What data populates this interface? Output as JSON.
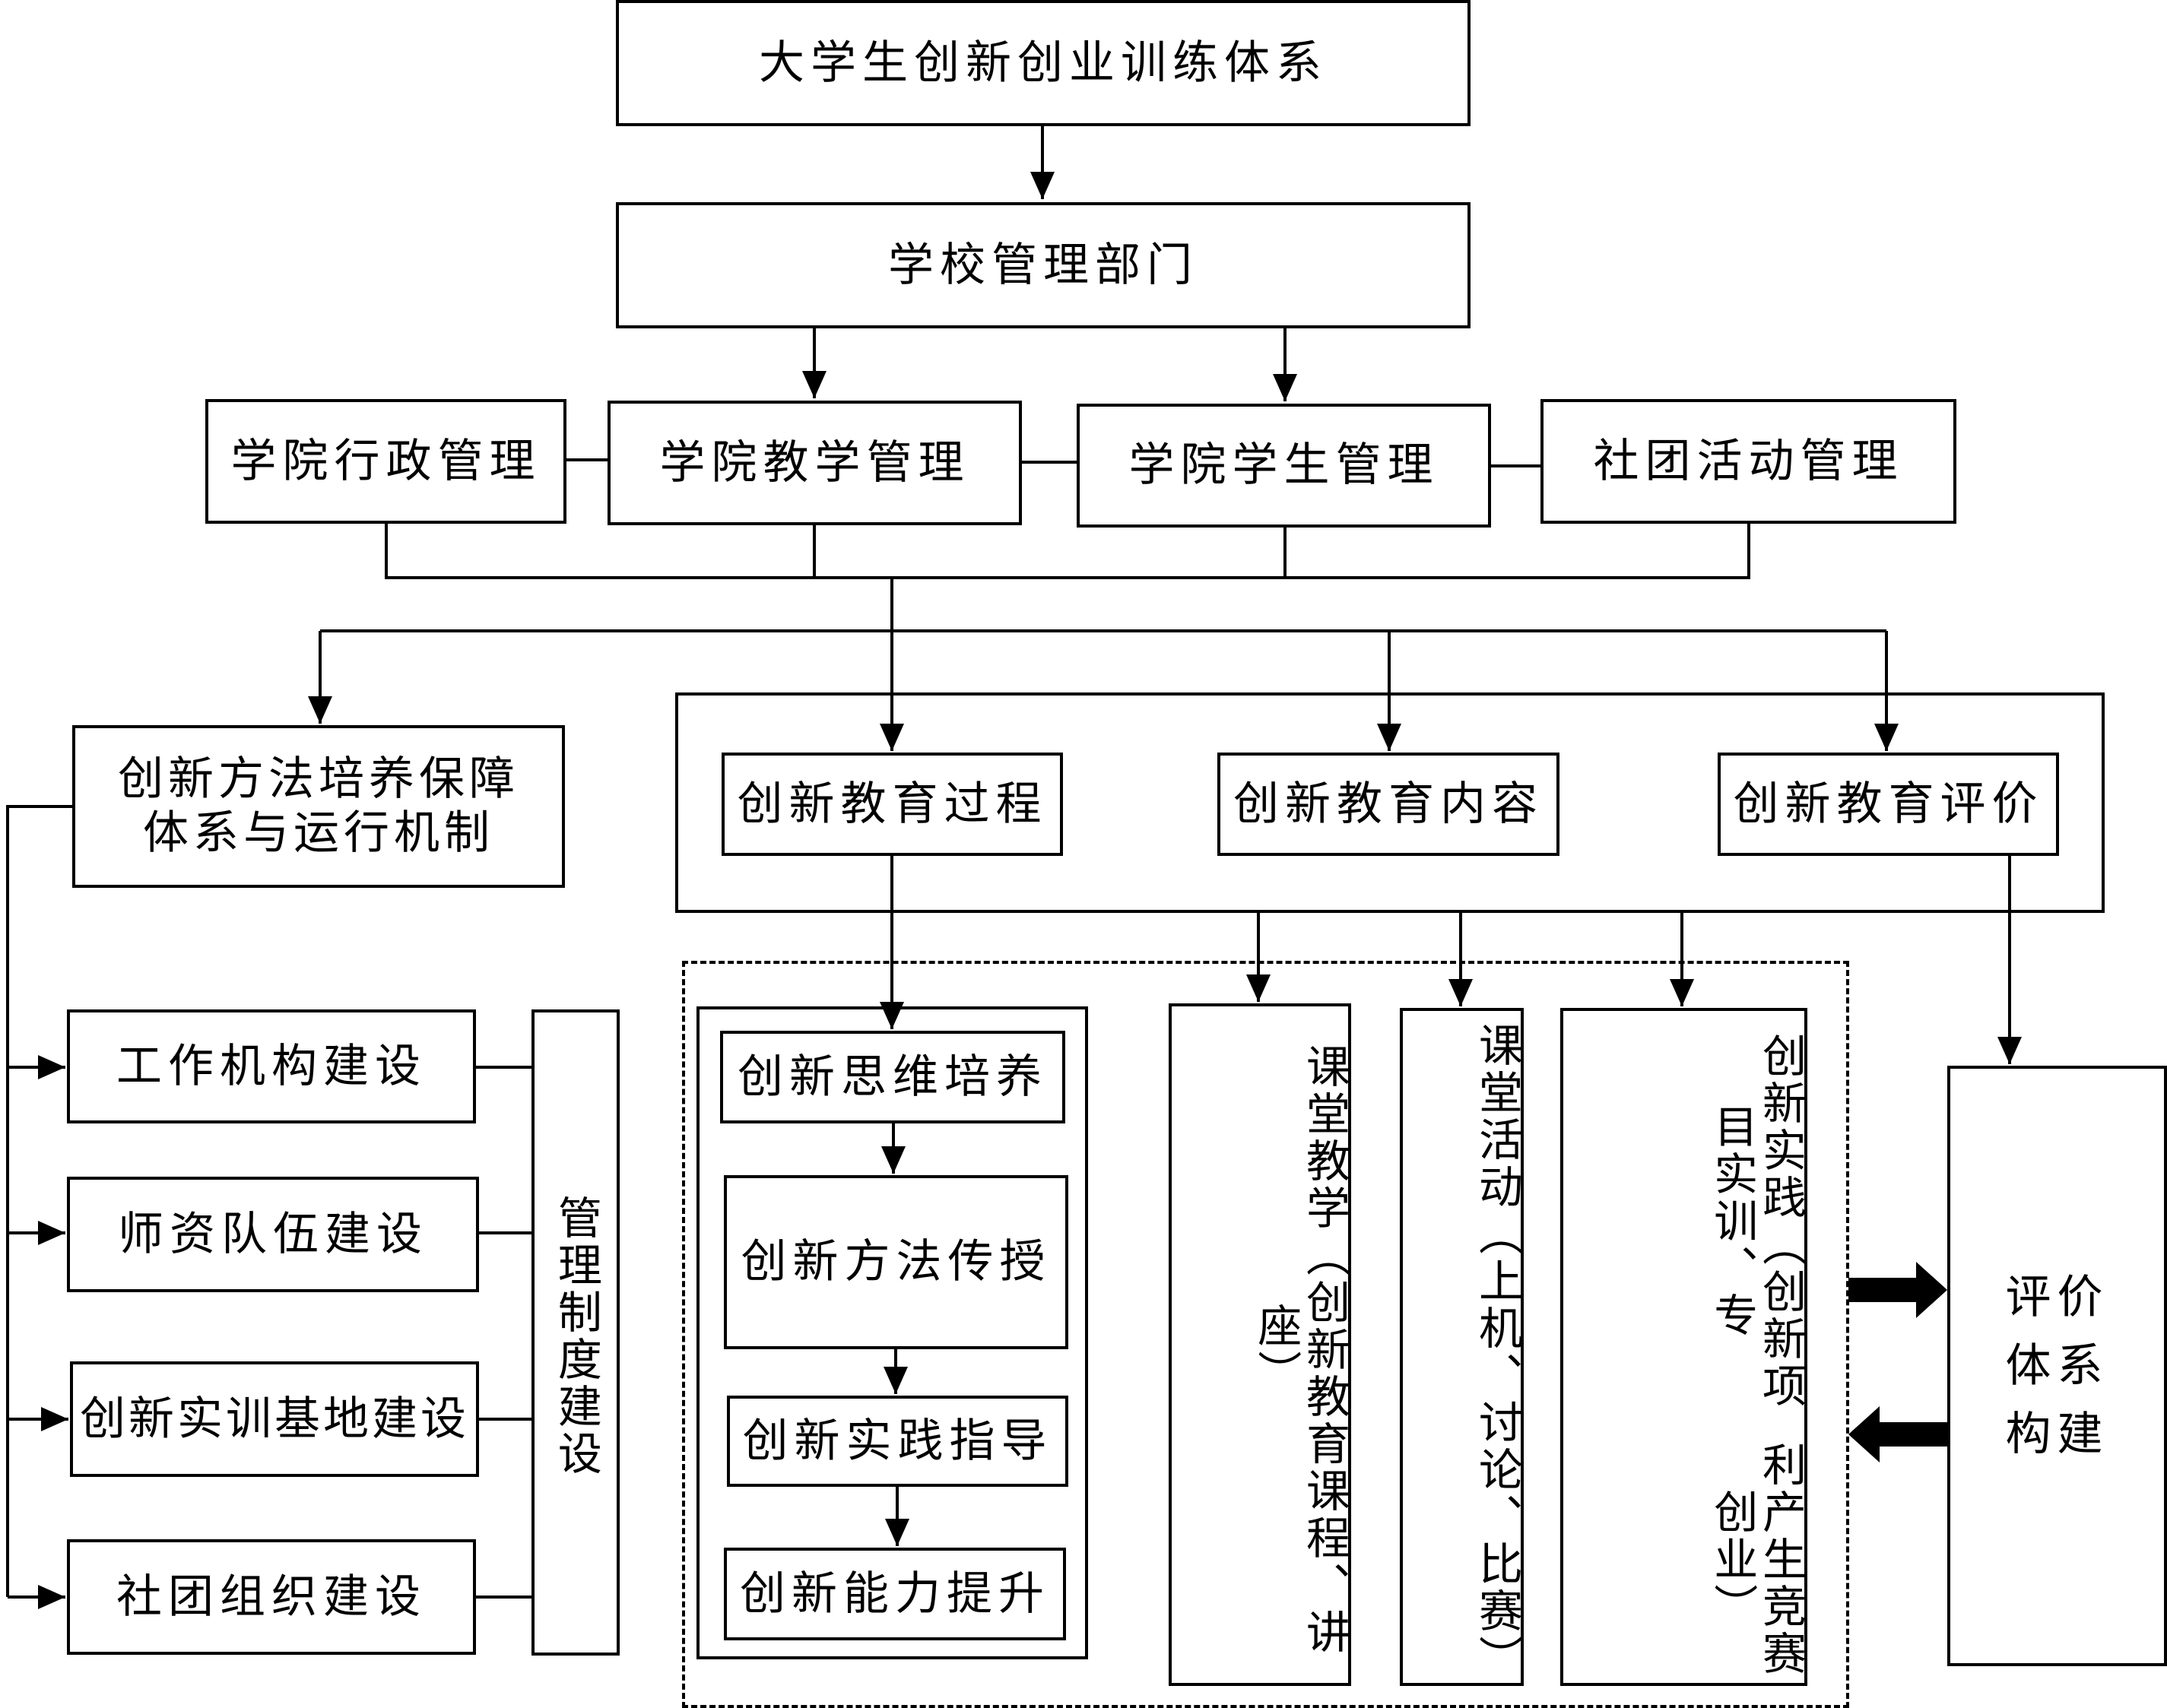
{
  "title": "大学生创新创业训练体系",
  "school_management": "学校管理部门",
  "college_units": {
    "admin": "学院行政管理",
    "teaching": "学院教学管理",
    "student": "学院学生管理",
    "club": "社团活动管理"
  },
  "guarantee": {
    "label_line1": "创新方法培养保障",
    "label_line2": "体系与运行机制",
    "items": [
      "工作机构建设",
      "师资队伍建设",
      "创新实训基地建设",
      "社团组织建设"
    ],
    "management_system": "管理制度建设"
  },
  "education": {
    "process": "创新教育过程",
    "content": "创新教育内容",
    "evaluation": "创新教育评价"
  },
  "process_steps": [
    "创新思维培养",
    "创新方法传授",
    "创新实践指导",
    "创新能力提升"
  ],
  "content_items": {
    "classroom_teaching": "课堂教学（创新教育课程、讲座）",
    "classroom_activity": "课堂活动（上机、讨论、比赛）",
    "practice_col1": "创新实践（创新项目实训、专",
    "practice_col2": "利产生竞赛创业）"
  },
  "evaluation_system": {
    "line1": "评价",
    "line2": "体系",
    "line3": "构建"
  }
}
